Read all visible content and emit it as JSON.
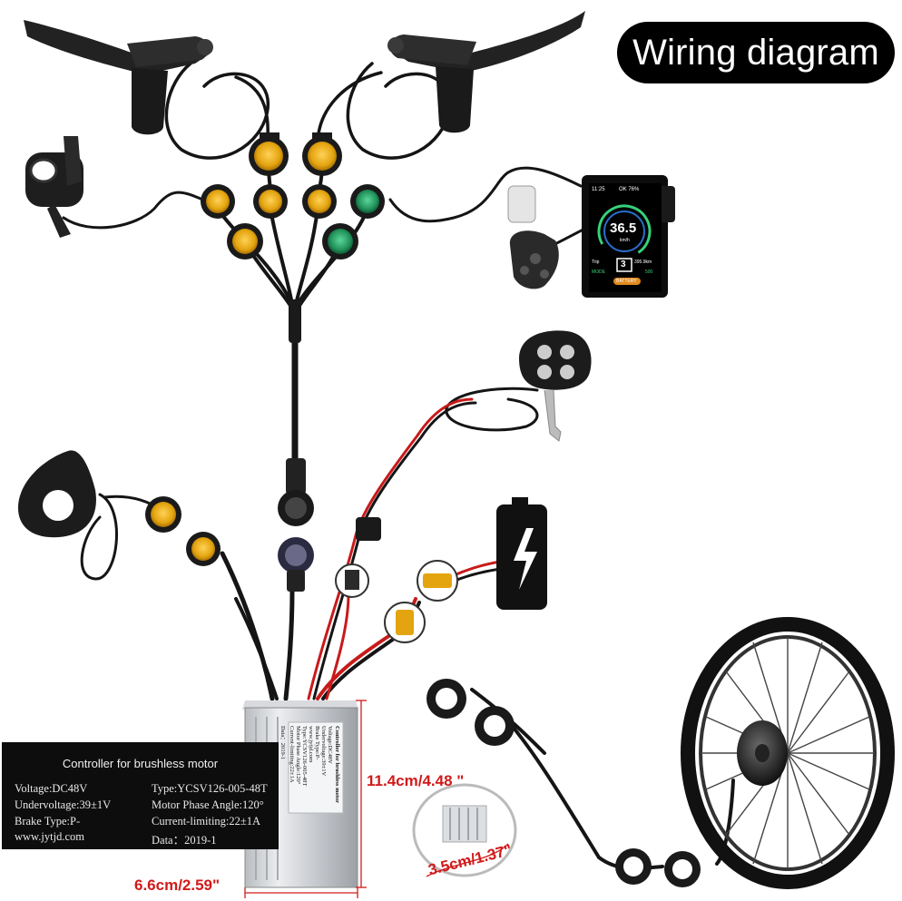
{
  "header": {
    "title": "Wiring diagram"
  },
  "controller_label": {
    "title": "Controller for brushless motor",
    "voltage": "Voltage:DC48V",
    "type": "Type:YCSV126-005-48T",
    "undervoltage": "Undervoltage:39±1V",
    "phase_angle": "Motor Phase Angle:120°",
    "brake_type": "Brake Type:P-",
    "current_limiting": "Current-limiting:22±1A",
    "website": "www.jytjd.com",
    "data": "Data：2019-1"
  },
  "controller_print": {
    "line1": "Controller for brushless motor",
    "line2": "Voltage:DC48V",
    "line3": "Undervoltage:39±1V",
    "line4": "Brake Type:P-",
    "line5": "www.jytjd.com",
    "line6": "Type:YCSV126-005-48T",
    "line7": "Motor Phase Angle:120°",
    "line8": "Current-limiting:22±1A",
    "line9": "Data：2019-1"
  },
  "dimensions": {
    "height": "11.4cm/4.48 \"",
    "width": "6.6cm/2.59\"",
    "depth": "3.5cm/1.37\""
  },
  "display": {
    "time": "11:25",
    "status": "OK 76%",
    "speed": "36.5",
    "speed_unit": "km/h",
    "trip_label": "Trip",
    "trip_value": "395.9km",
    "assist_level": "3",
    "mode_left": "MODE",
    "mode_right": "500",
    "battery_label": "BATTERY"
  },
  "colors": {
    "connector_yellow": "#e3a40f",
    "connector_green": "#22925a",
    "power_red": "#c81a1a",
    "dimension_red": "#d11a1a",
    "display_accent": "#37d07a"
  }
}
